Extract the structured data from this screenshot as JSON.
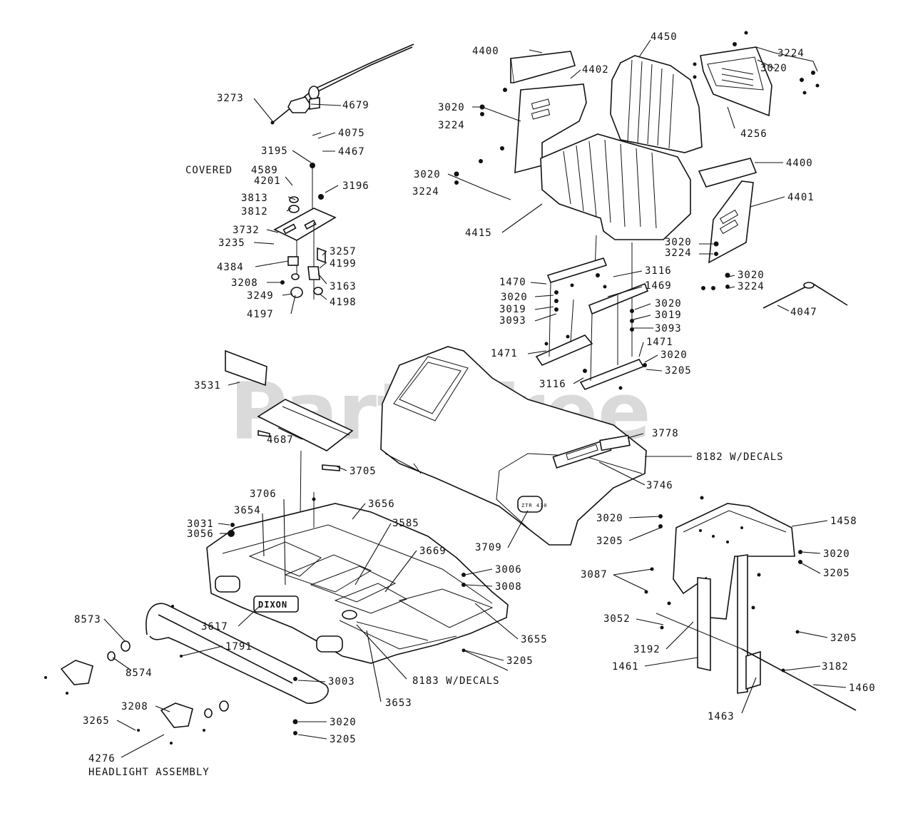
{
  "watermark": "PartsTree",
  "labels": [
    {
      "id": "l-4400a",
      "text": "4400"
    },
    {
      "id": "l-4450",
      "text": "4450"
    },
    {
      "id": "l-3224a",
      "text": "3224"
    },
    {
      "id": "l-3020a",
      "text": "3020"
    },
    {
      "id": "l-4402",
      "text": "4402"
    },
    {
      "id": "l-3273",
      "text": "3273"
    },
    {
      "id": "l-4679",
      "text": "4679"
    },
    {
      "id": "l-3020b",
      "text": "3020"
    },
    {
      "id": "l-3224b",
      "text": "3224"
    },
    {
      "id": "l-4256",
      "text": "4256"
    },
    {
      "id": "l-4075",
      "text": "4075"
    },
    {
      "id": "l-3195",
      "text": "3195"
    },
    {
      "id": "l-4467",
      "text": "4467"
    },
    {
      "id": "l-covered",
      "text": "COVERED"
    },
    {
      "id": "l-4589",
      "text": "4589"
    },
    {
      "id": "l-4201",
      "text": "4201"
    },
    {
      "id": "l-3020c",
      "text": "3020"
    },
    {
      "id": "l-4400b",
      "text": "4400"
    },
    {
      "id": "l-3224c",
      "text": "3224"
    },
    {
      "id": "l-3196",
      "text": "3196"
    },
    {
      "id": "l-3813",
      "text": "3813"
    },
    {
      "id": "l-4401",
      "text": "4401"
    },
    {
      "id": "l-3812",
      "text": "3812"
    },
    {
      "id": "l-3732",
      "text": "3732"
    },
    {
      "id": "l-4415",
      "text": "4415"
    },
    {
      "id": "l-3020d",
      "text": "3020"
    },
    {
      "id": "l-3235",
      "text": "3235"
    },
    {
      "id": "l-3224d",
      "text": "3224"
    },
    {
      "id": "l-3257",
      "text": "3257"
    },
    {
      "id": "l-4384",
      "text": "4384"
    },
    {
      "id": "l-4199",
      "text": "4199"
    },
    {
      "id": "l-3116a",
      "text": "3116"
    },
    {
      "id": "l-3020e",
      "text": "3020"
    },
    {
      "id": "l-3208a",
      "text": "3208"
    },
    {
      "id": "l-3163",
      "text": "3163"
    },
    {
      "id": "l-1470",
      "text": "1470"
    },
    {
      "id": "l-1469",
      "text": "1469"
    },
    {
      "id": "l-3224e",
      "text": "3224"
    },
    {
      "id": "l-3249",
      "text": "3249"
    },
    {
      "id": "l-3020f",
      "text": "3020"
    },
    {
      "id": "l-3020g",
      "text": "3020"
    },
    {
      "id": "l-4198",
      "text": "4198"
    },
    {
      "id": "l-3019a",
      "text": "3019"
    },
    {
      "id": "l-4197",
      "text": "4197"
    },
    {
      "id": "l-3093a",
      "text": "3093"
    },
    {
      "id": "l-3019b",
      "text": "3019"
    },
    {
      "id": "l-4047",
      "text": "4047"
    },
    {
      "id": "l-3093b",
      "text": "3093"
    },
    {
      "id": "l-1471a",
      "text": "1471"
    },
    {
      "id": "l-1471b",
      "text": "1471"
    },
    {
      "id": "l-3020h",
      "text": "3020"
    },
    {
      "id": "l-3205a",
      "text": "3205"
    },
    {
      "id": "l-3531",
      "text": "3531"
    },
    {
      "id": "l-3116b",
      "text": "3116"
    },
    {
      "id": "l-3778",
      "text": "3778"
    },
    {
      "id": "l-4687",
      "text": "4687"
    },
    {
      "id": "l-8182",
      "text": "8182 W/DECALS"
    },
    {
      "id": "l-3705",
      "text": "3705"
    },
    {
      "id": "l-3746",
      "text": "3746"
    },
    {
      "id": "l-3706",
      "text": "3706"
    },
    {
      "id": "l-3656",
      "text": "3656"
    },
    {
      "id": "l-3654",
      "text": "3654"
    },
    {
      "id": "l-3020i",
      "text": "3020"
    },
    {
      "id": "l-1458",
      "text": "1458"
    },
    {
      "id": "l-3031",
      "text": "3031"
    },
    {
      "id": "l-3585",
      "text": "3585"
    },
    {
      "id": "l-3056",
      "text": "3056"
    },
    {
      "id": "l-3205b",
      "text": "3205"
    },
    {
      "id": "l-3709",
      "text": "3709"
    },
    {
      "id": "l-3669",
      "text": "3669"
    },
    {
      "id": "l-3020j",
      "text": "3020"
    },
    {
      "id": "l-3006",
      "text": "3006"
    },
    {
      "id": "l-3205c",
      "text": "3205"
    },
    {
      "id": "l-3087",
      "text": "3087"
    },
    {
      "id": "l-3008",
      "text": "3008"
    },
    {
      "id": "l-8573",
      "text": "8573"
    },
    {
      "id": "l-3617",
      "text": "3617"
    },
    {
      "id": "l-3052",
      "text": "3052"
    },
    {
      "id": "l-3655",
      "text": "3655"
    },
    {
      "id": "l-1791",
      "text": "1791"
    },
    {
      "id": "l-3205d",
      "text": "3205"
    },
    {
      "id": "l-3192",
      "text": "3192"
    },
    {
      "id": "l-8574",
      "text": "8574"
    },
    {
      "id": "l-3205e",
      "text": "3205"
    },
    {
      "id": "l-1461",
      "text": "1461"
    },
    {
      "id": "l-3182",
      "text": "3182"
    },
    {
      "id": "l-8183",
      "text": "8183 W/DECALS"
    },
    {
      "id": "l-3003",
      "text": "3003"
    },
    {
      "id": "l-1460",
      "text": "1460"
    },
    {
      "id": "l-3208b",
      "text": "3208"
    },
    {
      "id": "l-3653",
      "text": "3653"
    },
    {
      "id": "l-3265",
      "text": "3265"
    },
    {
      "id": "l-1463",
      "text": "1463"
    },
    {
      "id": "l-3020k",
      "text": "3020"
    },
    {
      "id": "l-3205f",
      "text": "3205"
    },
    {
      "id": "l-4276",
      "text": "4276"
    },
    {
      "id": "l-headlight",
      "text": "HEADLIGHT ASSEMBLY"
    }
  ],
  "logo_text": "DIXON",
  "badge_text": "ZTR 430"
}
